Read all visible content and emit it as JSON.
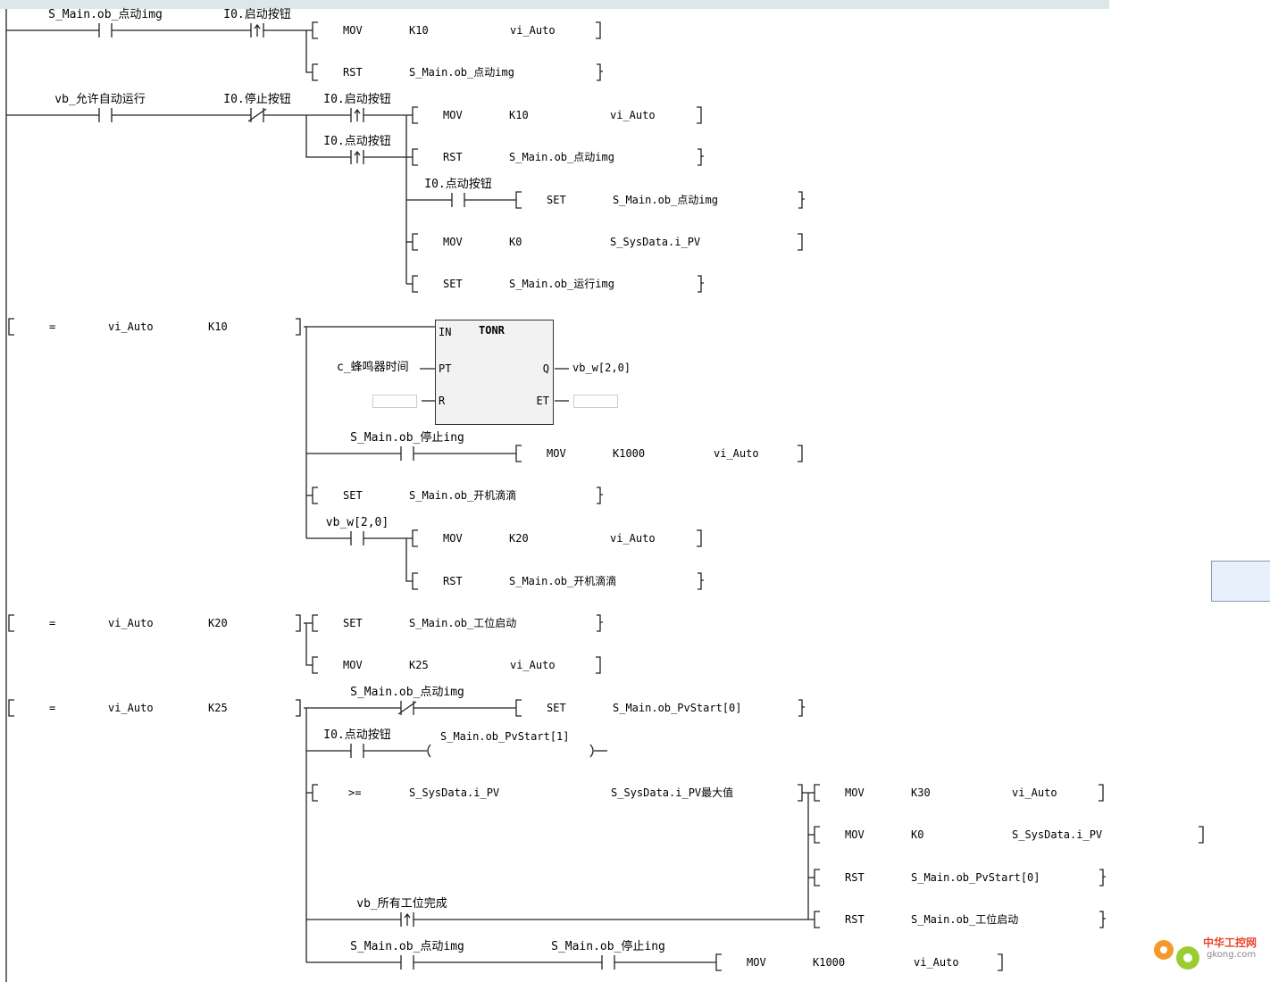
{
  "contacts": [
    {
      "label": "S_Main.ob_点动img",
      "type": "no"
    },
    {
      "label": "I0.启动按钮",
      "type": "pos"
    },
    {
      "label": "vb_允许自动运行",
      "type": "no"
    },
    {
      "label": "I0.停止按钮",
      "type": "nc"
    },
    {
      "label": "I0.启动按钮",
      "type": "pos"
    },
    {
      "label": "I0.点动按钮",
      "type": "pos"
    },
    {
      "label": "I0.点动按钮",
      "type": "no"
    },
    {
      "label": "S_Main.ob_停止ing",
      "type": "no"
    },
    {
      "label": "vb_w[2,0]",
      "type": "no"
    },
    {
      "label": "S_Main.ob_点动img",
      "type": "nc"
    },
    {
      "label": "I0.点动按钮",
      "type": "no"
    },
    {
      "label": "vb_所有工位完成",
      "type": "pos"
    },
    {
      "label": "S_Main.ob_点动img",
      "type": "no"
    },
    {
      "label": "S_Main.ob_停止ing",
      "type": "no"
    }
  ],
  "instructions": [
    {
      "op": "MOV",
      "a": "K10",
      "b": "vi_Auto"
    },
    {
      "op": "RST",
      "a": "S_Main.ob_点动img"
    },
    {
      "op": "MOV",
      "a": "K10",
      "b": "vi_Auto"
    },
    {
      "op": "RST",
      "a": "S_Main.ob_点动img"
    },
    {
      "op": "SET",
      "a": "S_Main.ob_点动img"
    },
    {
      "op": "MOV",
      "a": "K0",
      "b": "S_SysData.i_PV"
    },
    {
      "op": "SET",
      "a": "S_Main.ob_运行img"
    },
    {
      "op": "=",
      "a": "vi_Auto",
      "b": "K10"
    },
    {
      "op": "MOV",
      "a": "K1000",
      "b": "vi_Auto"
    },
    {
      "op": "SET",
      "a": "S_Main.ob_开机滴滴"
    },
    {
      "op": "MOV",
      "a": "K20",
      "b": "vi_Auto"
    },
    {
      "op": "RST",
      "a": "S_Main.ob_开机滴滴"
    },
    {
      "op": "=",
      "a": "vi_Auto",
      "b": "K20"
    },
    {
      "op": "SET",
      "a": "S_Main.ob_工位启动"
    },
    {
      "op": "MOV",
      "a": "K25",
      "b": "vi_Auto"
    },
    {
      "op": "=",
      "a": "vi_Auto",
      "b": "K25"
    },
    {
      "op": "SET",
      "a": "S_Main.ob_PvStart[0]"
    },
    {
      "op": ">=",
      "a": "S_SysData.i_PV",
      "b": "S_SysData.i_PV最大值"
    },
    {
      "op": "MOV",
      "a": "K30",
      "b": "vi_Auto"
    },
    {
      "op": "MOV",
      "a": "K0",
      "b": "S_SysData.i_PV"
    },
    {
      "op": "RST",
      "a": "S_Main.ob_PvStart[0]"
    },
    {
      "op": "RST",
      "a": "S_Main.ob_工位启动"
    },
    {
      "op": "MOV",
      "a": "K1000",
      "b": "vi_Auto"
    }
  ],
  "coil": {
    "label": "S_Main.ob_PvStart[1]"
  },
  "timer": {
    "type": "TONR",
    "pins": {
      "in": "IN",
      "pt": "PT",
      "r": "R",
      "q": "Q",
      "et": "ET"
    },
    "pt_value": "c_蜂鸣器时间",
    "q_output": "vb_w[2,0]",
    "r_value": "",
    "et_value": ""
  },
  "watermark": {
    "cn": "中华工控网",
    "en": "gkong.com"
  }
}
